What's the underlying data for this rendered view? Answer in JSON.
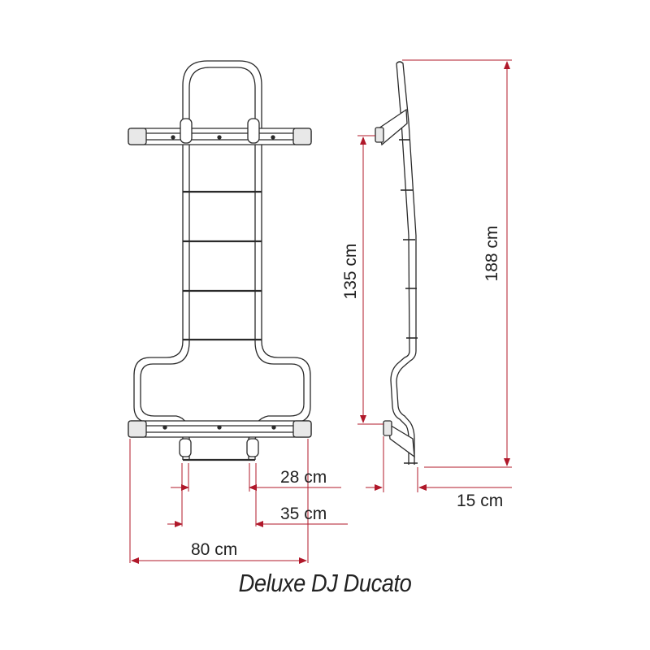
{
  "title": "Deluxe DJ Ducato",
  "colors": {
    "dimension_line": "#b0182a",
    "drawing_line": "#2a2a2a",
    "text": "#222222"
  },
  "views": {
    "front": {
      "name": "Front view of ladder"
    },
    "side": {
      "name": "Side view of ladder"
    }
  },
  "dimensions": {
    "inner_width": {
      "label": "28 cm",
      "value": 28,
      "unit": "cm"
    },
    "outer_width": {
      "label": "35 cm",
      "value": 35,
      "unit": "cm"
    },
    "bracket_width": {
      "label": "80 cm",
      "value": 80,
      "unit": "cm"
    },
    "bracket_height": {
      "label": "135 cm",
      "value": 135,
      "unit": "cm"
    },
    "total_height": {
      "label": "188 cm",
      "value": 188,
      "unit": "cm"
    },
    "depth": {
      "label": "15 cm",
      "value": 15,
      "unit": "cm"
    }
  }
}
